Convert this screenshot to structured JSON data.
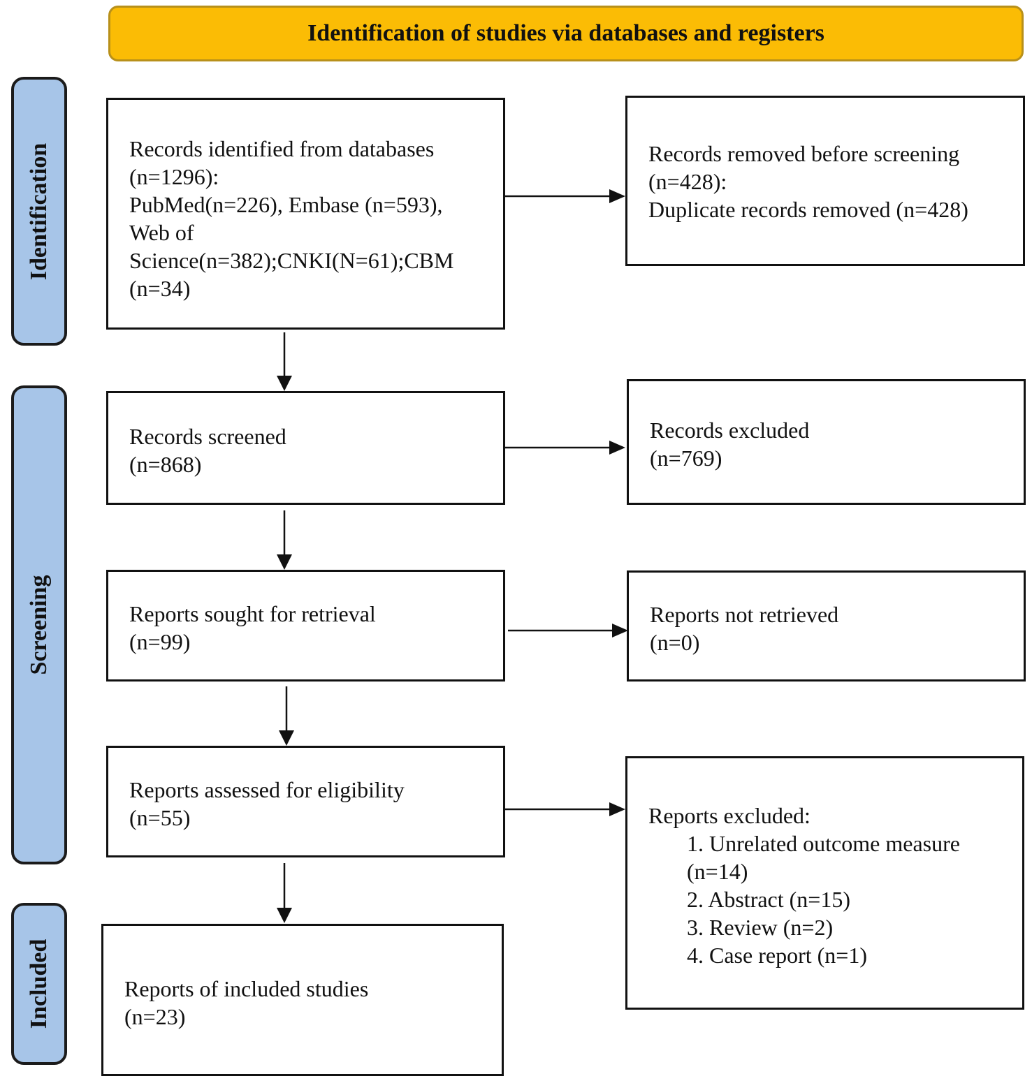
{
  "header": {
    "title": "Identification of studies via databases and registers"
  },
  "phases": {
    "identification": "Identification",
    "screening": "Screening",
    "included": "Included"
  },
  "boxes": {
    "records_identified": {
      "lines": [
        "Records identified from databases",
        "(n=1296):",
        "PubMed(n=226), Embase (n=593),",
        "Web of",
        "Science(n=382);CNKI(N=61);CBM",
        "(n=34)"
      ]
    },
    "records_removed": {
      "lines": [
        "Records removed before screening",
        "(n=428):",
        "Duplicate records removed (n=428)"
      ]
    },
    "records_screened": {
      "lines": [
        "Records screened",
        "(n=868)"
      ]
    },
    "records_excluded": {
      "lines": [
        "Records excluded",
        "(n=769)"
      ]
    },
    "reports_sought": {
      "lines": [
        "Reports sought for retrieval",
        "(n=99)"
      ]
    },
    "reports_not_retrieved": {
      "lines": [
        "Reports not retrieved",
        "(n=0)"
      ]
    },
    "reports_assessed": {
      "lines": [
        "Reports assessed for eligibility",
        "(n=55)"
      ]
    },
    "reports_excluded": {
      "heading": "Reports excluded:",
      "items": [
        "1. Unrelated outcome measure",
        "(n=14)",
        "2. Abstract (n=15)",
        "3. Review (n=2)",
        "4. Case report (n=1)"
      ]
    },
    "reports_included": {
      "lines": [
        "Reports of included studies",
        "(n=23)"
      ]
    }
  },
  "colors": {
    "banner": "#fbbc05",
    "phase": "#a7c5e8",
    "stroke": "#111111"
  }
}
